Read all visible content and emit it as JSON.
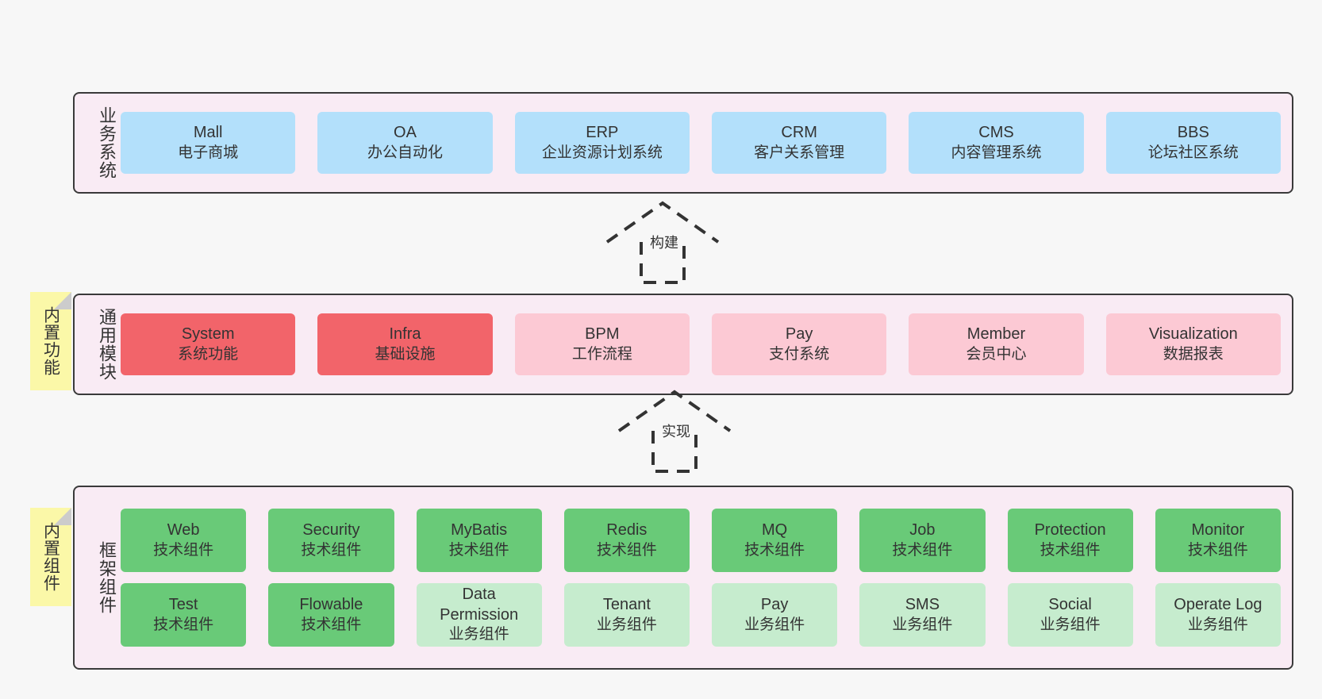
{
  "layers": {
    "business": {
      "title": "业务系统",
      "items": [
        {
          "name": "Mall",
          "desc": "电子商城"
        },
        {
          "name": "OA",
          "desc": "办公自动化"
        },
        {
          "name": "ERP",
          "desc": "企业资源计划系统"
        },
        {
          "name": "CRM",
          "desc": "客户关系管理"
        },
        {
          "name": "CMS",
          "desc": "内容管理系统"
        },
        {
          "name": "BBS",
          "desc": "论坛社区系统"
        }
      ]
    },
    "common": {
      "title": "通用模块",
      "items": [
        {
          "name": "System",
          "desc": "系统功能"
        },
        {
          "name": "Infra",
          "desc": "基础设施"
        },
        {
          "name": "BPM",
          "desc": "工作流程"
        },
        {
          "name": "Pay",
          "desc": "支付系统"
        },
        {
          "name": "Member",
          "desc": "会员中心"
        },
        {
          "name": "Visualization",
          "desc": "数据报表"
        }
      ]
    },
    "framework": {
      "title": "框架组件",
      "row1": [
        {
          "name": "Web",
          "desc": "技术组件"
        },
        {
          "name": "Security",
          "desc": "技术组件"
        },
        {
          "name": "MyBatis",
          "desc": "技术组件"
        },
        {
          "name": "Redis",
          "desc": "技术组件"
        },
        {
          "name": "MQ",
          "desc": "技术组件"
        },
        {
          "name": "Job",
          "desc": "技术组件"
        },
        {
          "name": "Protection",
          "desc": "技术组件"
        },
        {
          "name": "Monitor",
          "desc": "技术组件"
        }
      ],
      "row2": [
        {
          "name": "Test",
          "desc": "技术组件"
        },
        {
          "name": "Flowable",
          "desc": "技术组件"
        },
        {
          "name": "Data Permission",
          "desc": "业务组件"
        },
        {
          "name": "Tenant",
          "desc": "业务组件"
        },
        {
          "name": "Pay",
          "desc": "业务组件"
        },
        {
          "name": "SMS",
          "desc": "业务组件"
        },
        {
          "name": "Social",
          "desc": "业务组件"
        },
        {
          "name": "Operate Log",
          "desc": "业务组件"
        }
      ]
    }
  },
  "notes": {
    "builtin_function": "内置功能",
    "builtin_component": "内置组件"
  },
  "connectors": {
    "build": "构建",
    "implement": "实现"
  },
  "colors": {
    "background": "#f7f7f7",
    "panel_fill": "#f9ebf4",
    "panel_border": "#3a3a3a",
    "business_card": "#b3e0fb",
    "common_card_primary": "#f2646a",
    "common_card_secondary": "#fcc9d4",
    "framework_card_tech": "#69ca78",
    "framework_card_business": "#c6ecce",
    "note_fill": "#fbf8a8",
    "note_fold": "#cccccc"
  }
}
